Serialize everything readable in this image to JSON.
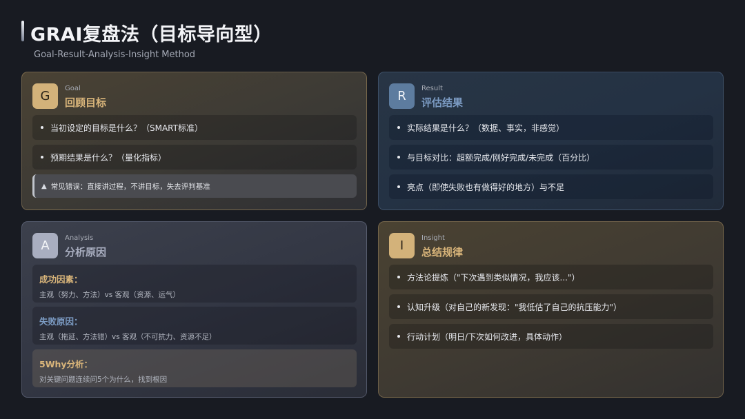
{
  "header": {
    "title": "GRAI复盘法（目标导向型）",
    "subtitle": "Goal-Result-Analysis-Insight Method"
  },
  "goal": {
    "letter": "G",
    "en": "Goal",
    "zh": "回顾目标",
    "items": [
      "当初设定的目标是什么？（SMART标准）",
      "预期结果是什么？（量化指标）"
    ],
    "warning": "常见错误：直接讲过程，不讲目标，失去评判基准"
  },
  "result": {
    "letter": "R",
    "en": "Result",
    "zh": "评估结果",
    "items": [
      "实际结果是什么？（数据、事实，非感觉）",
      "与目标对比：超额完成/刚好完成/未完成（百分比）",
      "亮点（即使失败也有做得好的地方）与不足"
    ]
  },
  "analysis": {
    "letter": "A",
    "en": "Analysis",
    "zh": "分析原因",
    "blocks": [
      {
        "title": "成功因素：",
        "desc": "主观（努力、方法）vs 客观（资源、运气）"
      },
      {
        "title": "失败原因：",
        "desc": "主观（拖延、方法错）vs 客观（不可抗力、资源不足）"
      },
      {
        "title": "5Why分析：",
        "desc": "对关键问题连续问5个为什么，找到根因"
      }
    ]
  },
  "insight": {
    "letter": "I",
    "en": "Insight",
    "zh": "总结规律",
    "items": [
      "方法论提炼（\"下次遇到类似情况，我应该...\"）",
      "认知升级（对自己的新发现：\"我低估了自己的抗压能力\"）",
      "行动计划（明日/下次如何改进，具体动作）"
    ]
  }
}
